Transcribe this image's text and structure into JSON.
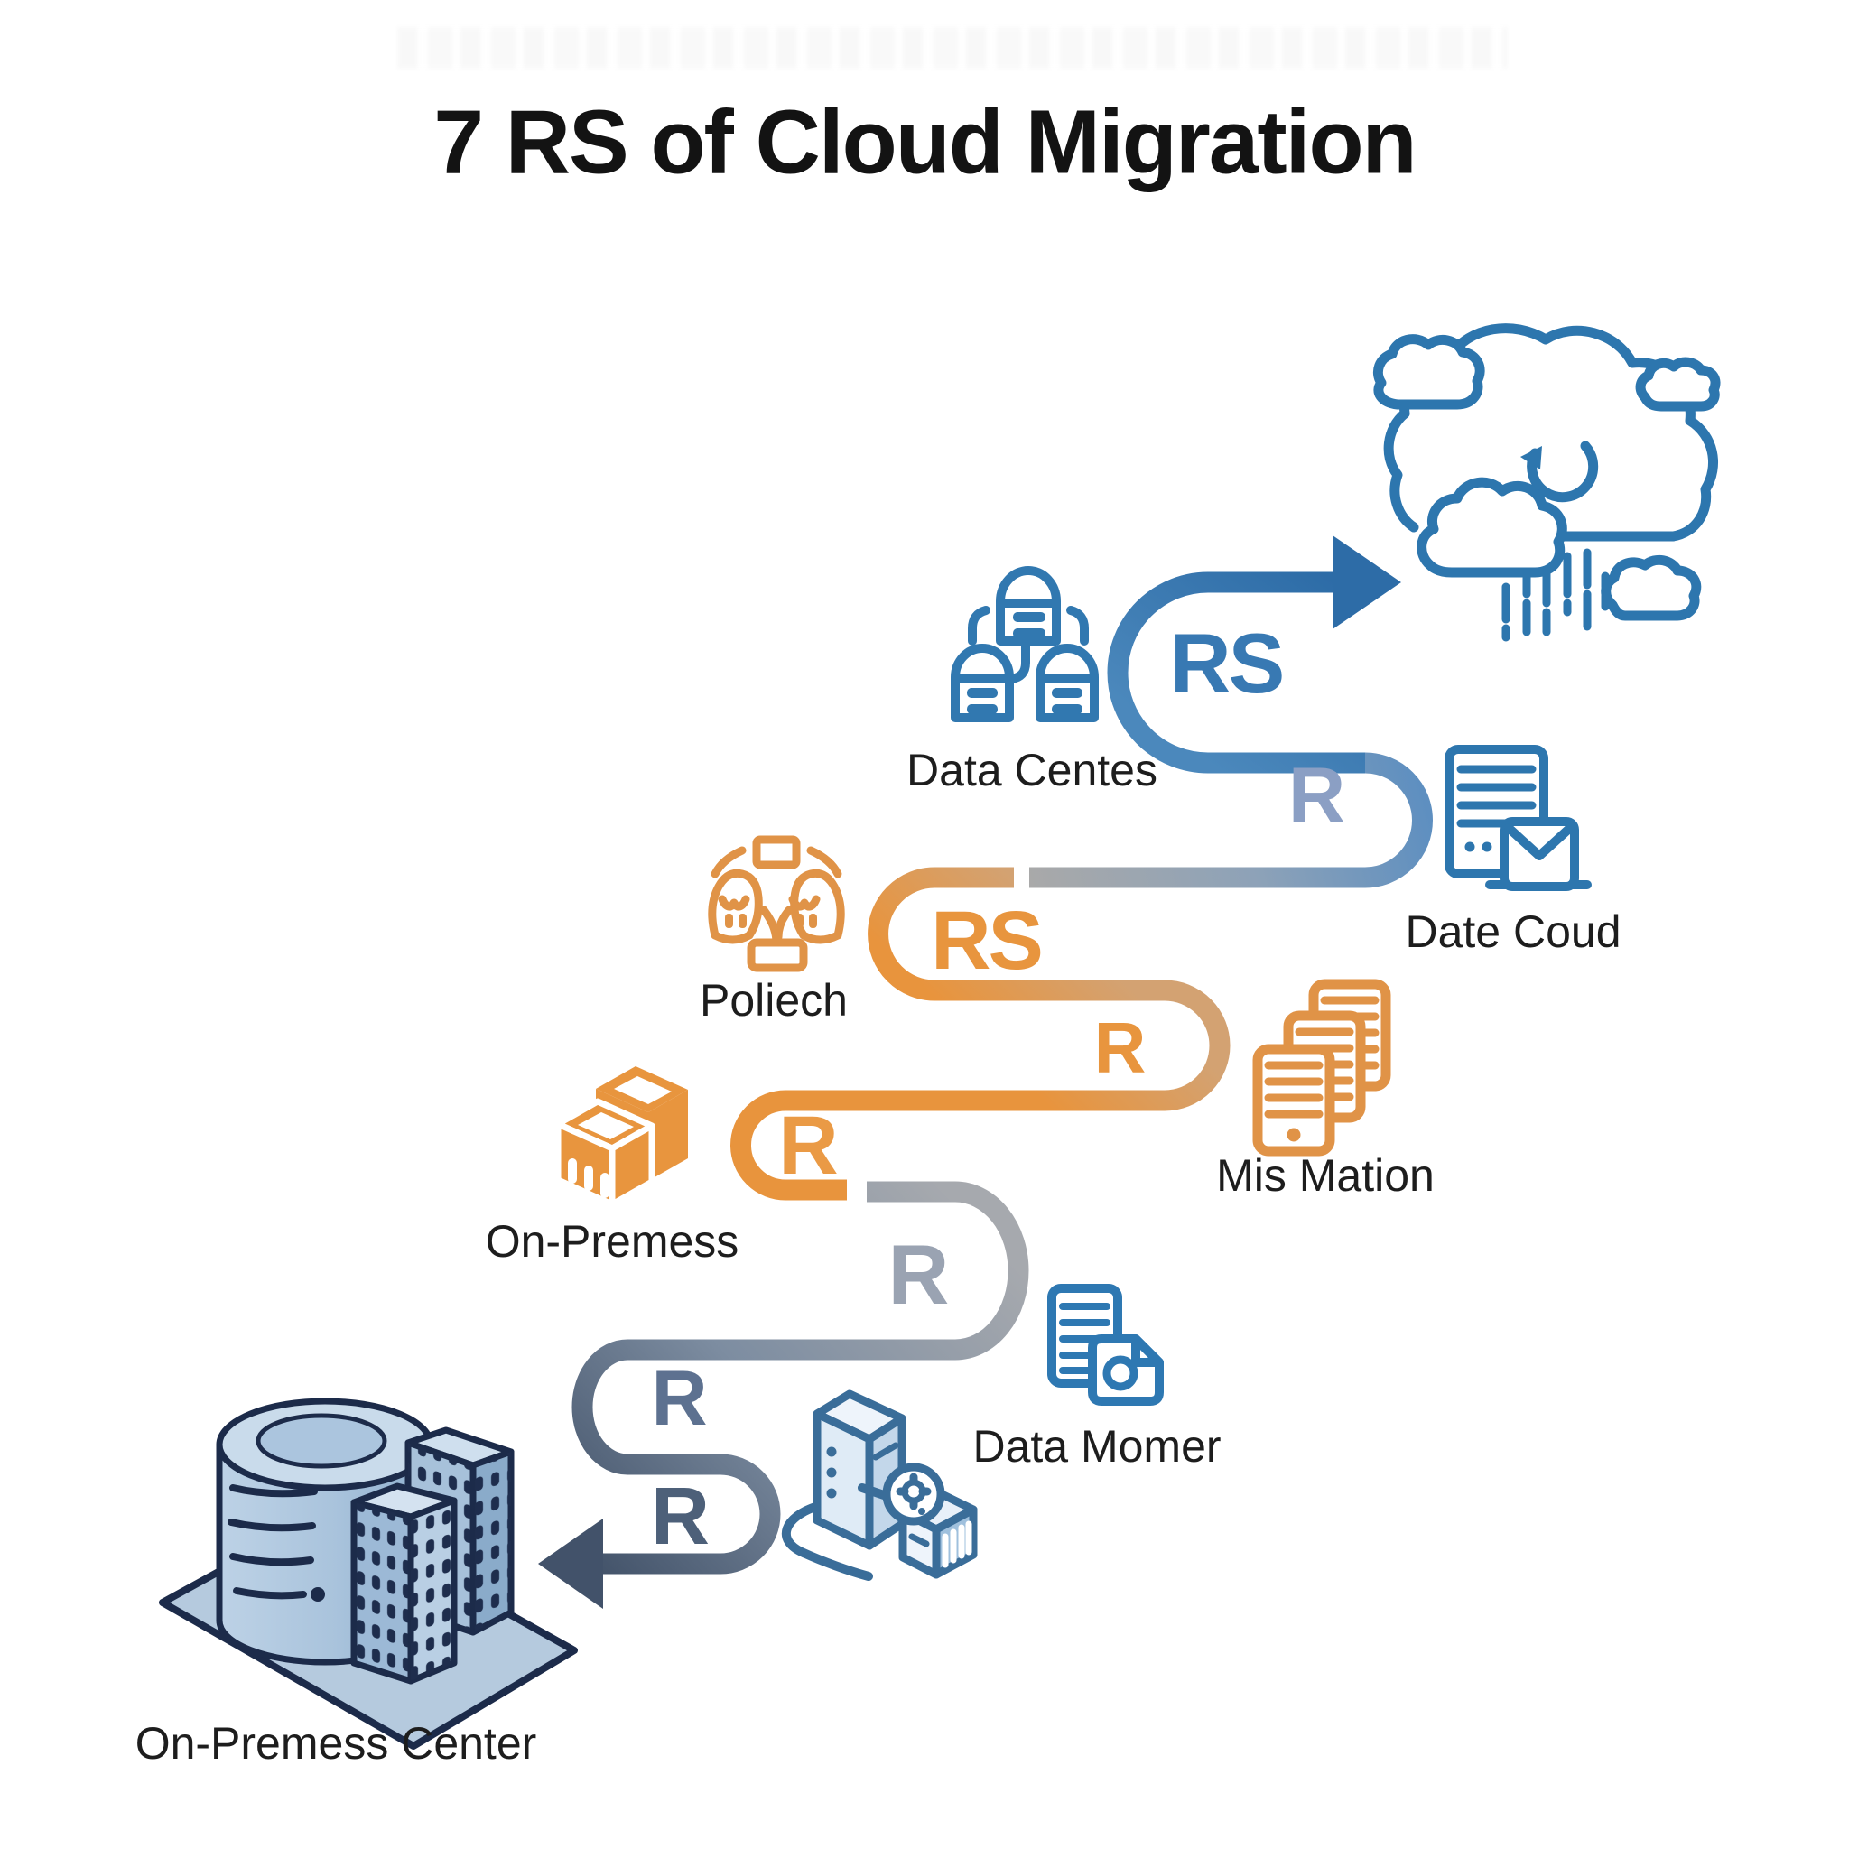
{
  "title": "7 RS of Cloud Migration",
  "labels": {
    "data_centers": "Data Centes",
    "date_cloud": "Date Coud",
    "poliech": "Poliech",
    "mis_mation": "Mis Mation",
    "on_premess": "On-Premess",
    "data_momer": "Data Momer",
    "on_premess_center": "On-Premess Center"
  },
  "path_letters": [
    {
      "id": "rs-blue-top",
      "text": "RS",
      "color": "#3879b3"
    },
    {
      "id": "r-bluegray",
      "text": "R",
      "color": "#8b9fc4"
    },
    {
      "id": "rs-orange",
      "text": "RS",
      "color": "#e8953e"
    },
    {
      "id": "r-orange-right",
      "text": "R",
      "color": "#e8953e"
    },
    {
      "id": "r-orange-left",
      "text": "R",
      "color": "#ea9a45"
    },
    {
      "id": "r-gray",
      "text": "R",
      "color": "#9aa3b2"
    },
    {
      "id": "r-slate-upper",
      "text": "R",
      "color": "#5d7190"
    },
    {
      "id": "r-slate-lower",
      "text": "R",
      "color": "#4d6079"
    }
  ],
  "icons": {
    "cloud_cluster": "cloud-refresh-icon",
    "data_centers": "server-cluster-icon",
    "poliech": "team-policy-icon",
    "on_premess": "storage-boxes-icon",
    "mis_mation": "documents-stack-icon",
    "date_cloud": "server-mail-icon",
    "data_momer": "document-image-icon",
    "server_tower": "server-search-icon",
    "on_premess_center": "datacenter-building-icon"
  },
  "colors": {
    "path_blue": "#3879b3",
    "path_orange": "#e8943d",
    "path_gray": "#a5a8ad",
    "path_slate": "#3e4e65",
    "icon_blue": "#2d76ae",
    "icon_orange": "#e09347",
    "label_text": "#1d1d1d",
    "background": "#ffffff"
  }
}
